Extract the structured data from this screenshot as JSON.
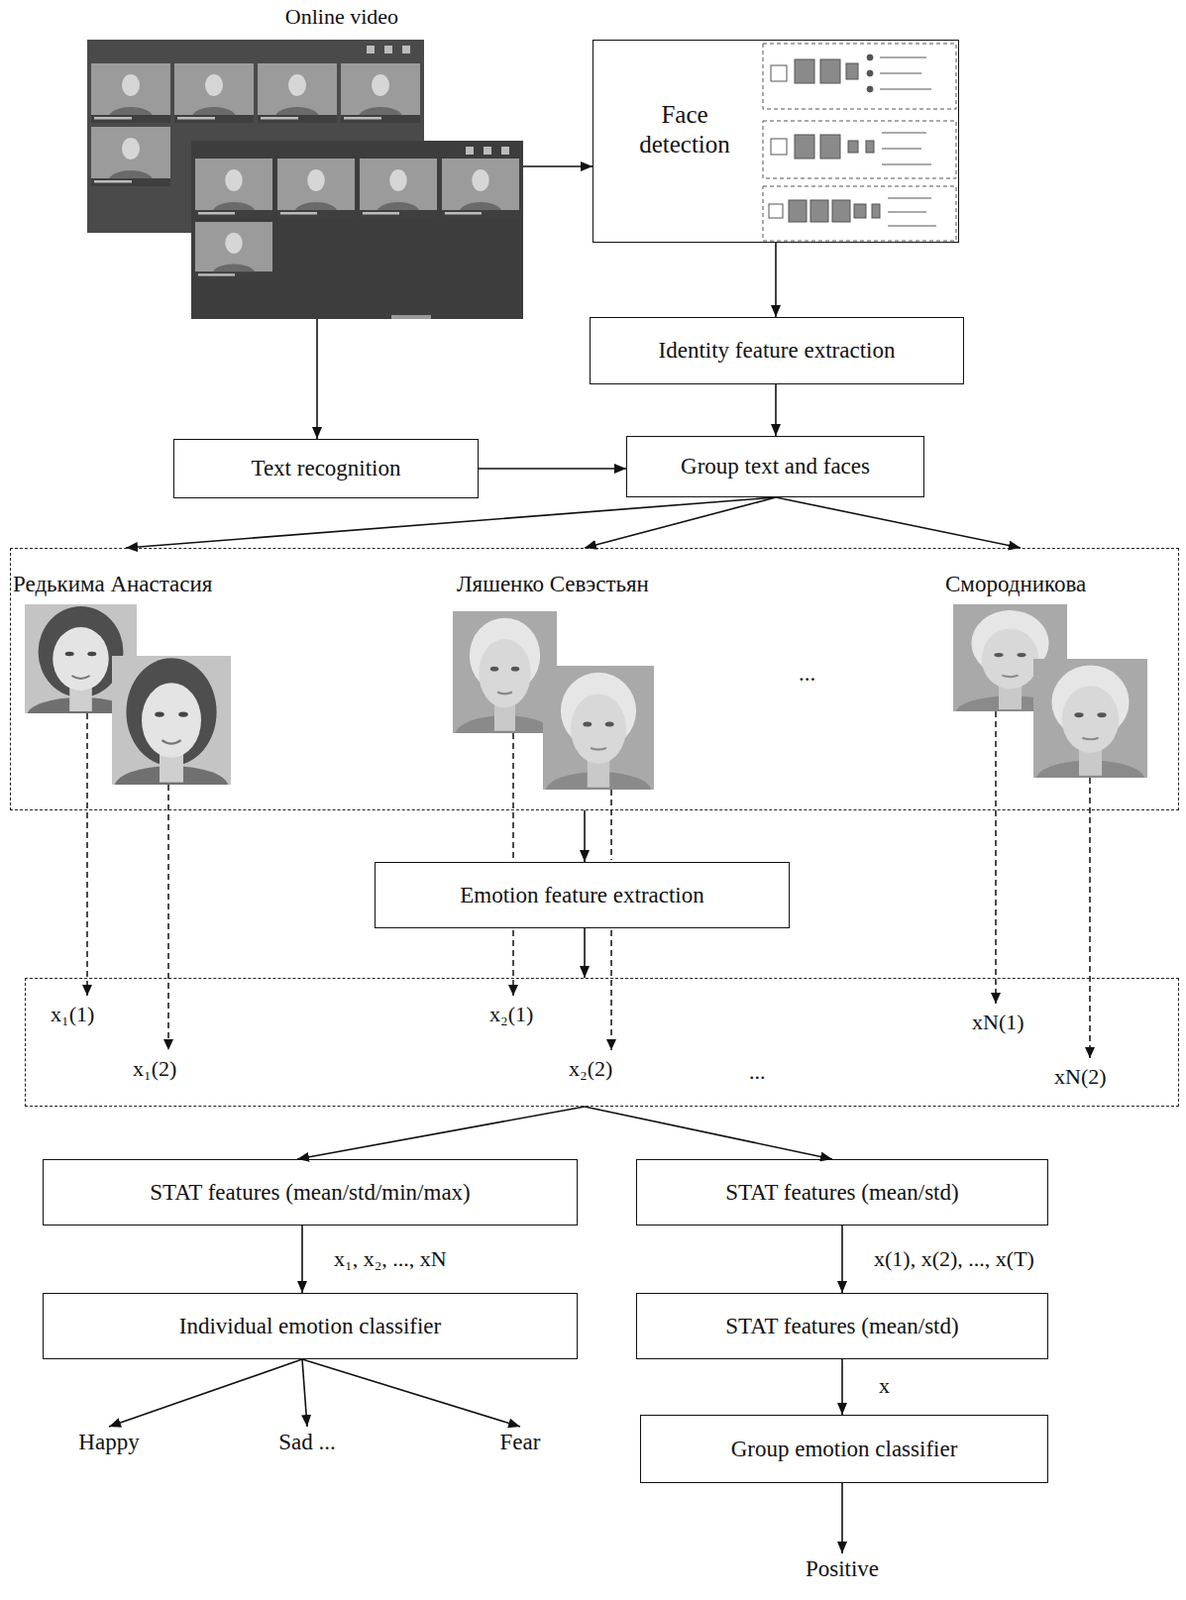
{
  "diagram": {
    "nodes": [
      {
        "text": [
          "Online video"
        ]
      },
      {
        "text": [
          "Face detection"
        ]
      },
      {
        "text": [
          "Identity feature extraction"
        ]
      },
      {
        "text": [
          "Text recognition"
        ]
      },
      {
        "text": [
          "Group text and faces"
        ]
      },
      {
        "text": [
          "Редькима Анастасия",
          "Ляшенко Севэстьян",
          "...",
          "Смородникова"
        ]
      },
      {
        "text": [
          "Emotion feature extraction"
        ]
      },
      {
        "text": [
          "x₁(1)",
          "x₁(2)",
          "x₂(1)",
          "x₂(2)",
          "...",
          "xN(1)",
          "xN(2)"
        ]
      },
      {
        "text": [
          "STAT features (mean/std/min/max)"
        ]
      },
      {
        "text": [
          "STAT features (mean/std)"
        ]
      },
      {
        "text": [
          "Individual emotion classifier"
        ]
      },
      {
        "text": [
          "STAT features (mean/std)"
        ]
      },
      {
        "text": [
          "Group emotion classifier"
        ]
      },
      {
        "text": [
          "Happy"
        ]
      },
      {
        "text": [
          "Sad ..."
        ]
      },
      {
        "text": [
          "Fear"
        ]
      },
      {
        "text": [
          "Positive"
        ]
      }
    ],
    "edges": [
      {
        "from": 0,
        "to": 1,
        "arrow": "to"
      },
      {
        "from": 0,
        "to": 3,
        "arrow": "to"
      },
      {
        "from": 1,
        "to": 2,
        "arrow": "to"
      },
      {
        "from": 2,
        "to": 4,
        "arrow": "to"
      },
      {
        "from": 3,
        "to": 4,
        "arrow": "to"
      },
      {
        "from": 4,
        "to": 5,
        "arrow": "to"
      },
      {
        "from": 4,
        "to": 5,
        "arrow": "to"
      },
      {
        "from": 4,
        "to": 5,
        "arrow": "to"
      },
      {
        "from": 5,
        "to": 6,
        "arrow": "to"
      },
      {
        "from": 6,
        "to": 7,
        "arrow": "to"
      },
      {
        "from": 7,
        "to": 8,
        "arrow": "to"
      },
      {
        "from": 7,
        "to": 9,
        "arrow": "to"
      },
      {
        "from": 8,
        "to": 10,
        "label": "x₁, x₂, ..., xN",
        "arrow": "to"
      },
      {
        "from": 9,
        "to": 11,
        "label": "x(1), x(2), ..., x(T)",
        "arrow": "to"
      },
      {
        "from": 11,
        "to": 12,
        "label": "x",
        "arrow": "to"
      },
      {
        "from": 12,
        "to": 16,
        "arrow": "to"
      },
      {
        "from": 10,
        "to": 13,
        "arrow": "to"
      },
      {
        "from": 10,
        "to": 14,
        "arrow": "to"
      },
      {
        "from": 10,
        "to": 15,
        "arrow": "to"
      }
    ]
  }
}
